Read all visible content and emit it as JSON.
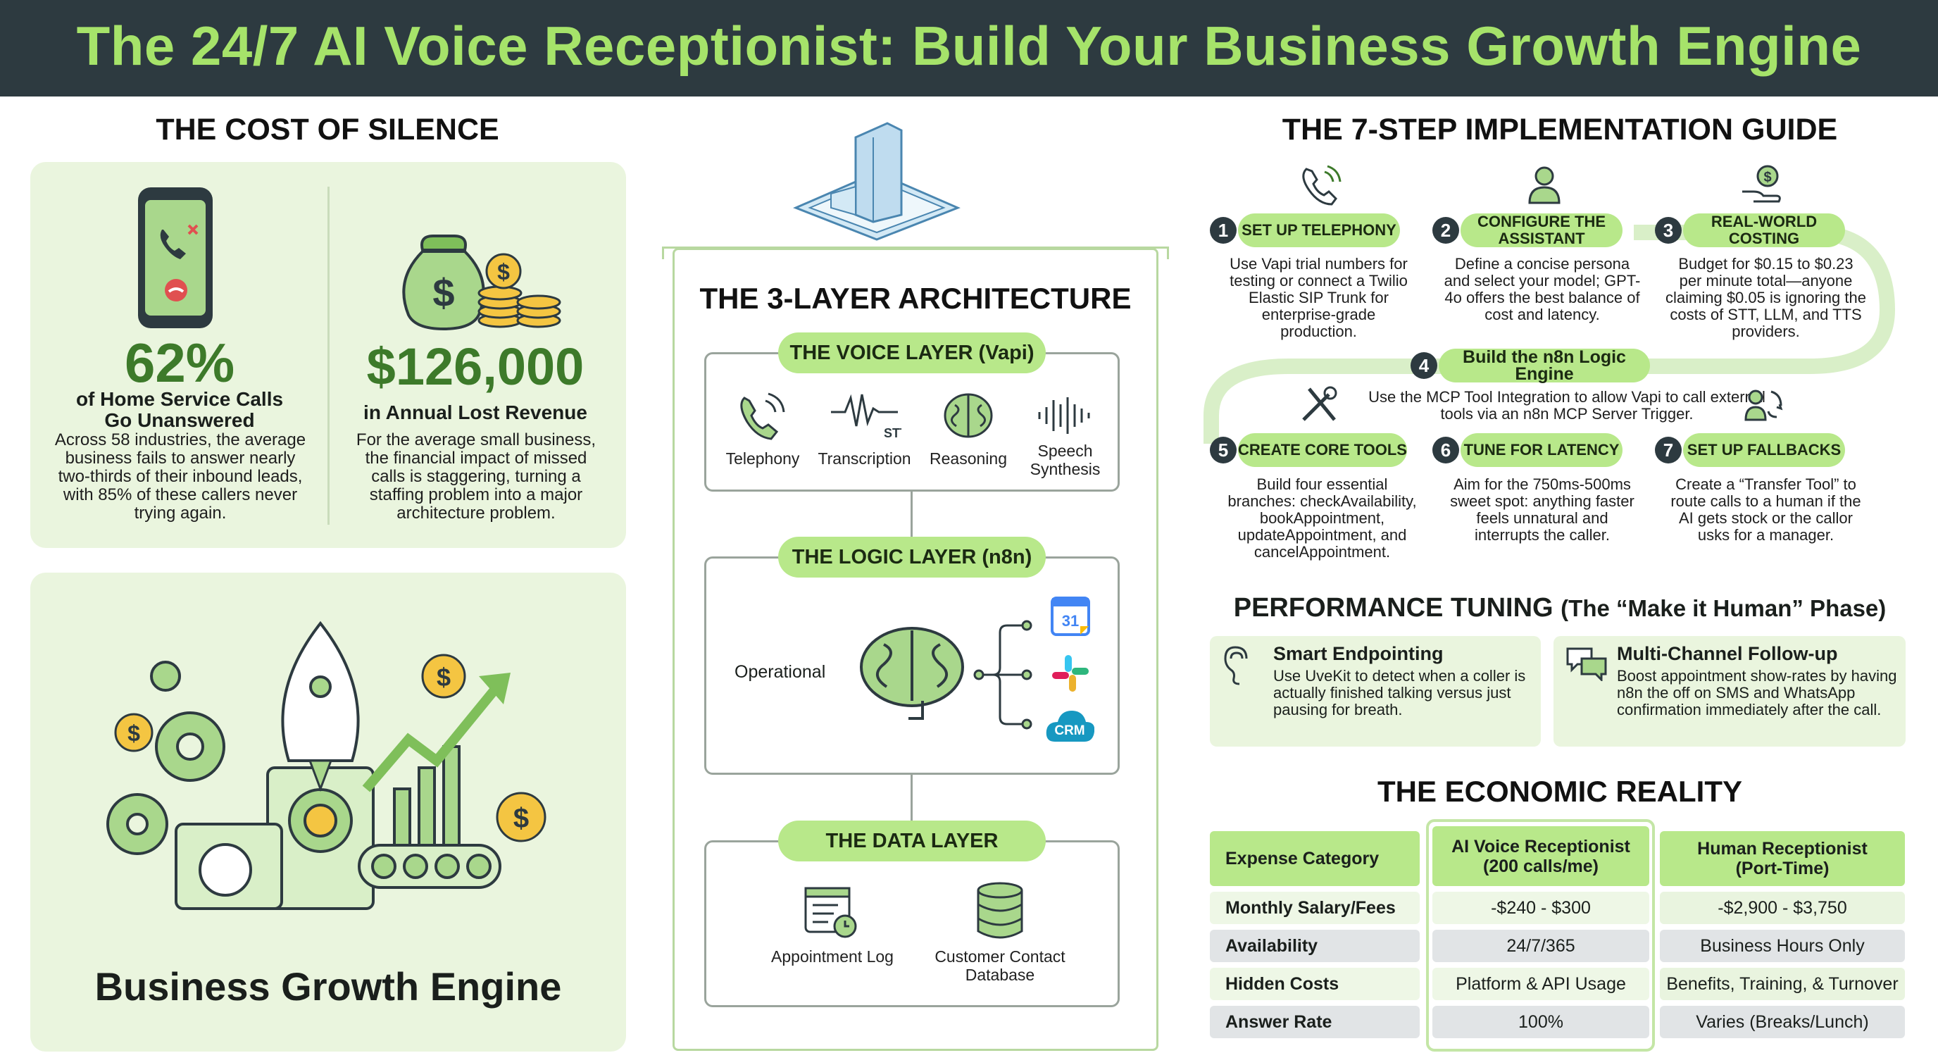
{
  "header": {
    "title": "The 24/7 AI Voice Receptionist: Build Your Business Growth Engine"
  },
  "cost_of_silence": {
    "title": "THE COST OF SILENCE",
    "stat1": {
      "value": "62%",
      "label": "of Home Service Calls Go Unanswered",
      "desc": "Across 58 industries, the average business fails to answer nearly two-thirds of their inbound leads, with 85% of these callers never trying again."
    },
    "stat2": {
      "value": "$126,000",
      "label": "in Annual Lost Revenue",
      "desc": "For the average small business, the financial impact of missed calls is staggering, turning a staffing problem into a major architecture problem."
    }
  },
  "growth_engine": {
    "title": "Business Growth Engine"
  },
  "architecture": {
    "title": "THE 3-LAYER ARCHITECTURE",
    "voice_layer": {
      "title": "THE VOICE LAYER (Vapi)",
      "items": [
        "Telephony",
        "Transcription",
        "Reasoning",
        "Speech Synthesis"
      ],
      "stt_tag": "STT"
    },
    "logic_layer": {
      "title": "THE LOGIC LAYER (n8n)",
      "label": "Operational",
      "calendar_day": "31",
      "crm_label": "CRM"
    },
    "data_layer": {
      "title": "THE DATA LAYER",
      "items": [
        "Appointment Log",
        "Customer Contact Database"
      ]
    }
  },
  "guide": {
    "title": "THE 7-STEP IMPLEMENTATION GUIDE",
    "steps": [
      {
        "num": "1",
        "title": "SET UP TELEPHONY",
        "text": "Use Vapi trial numbers for testing or connect a Twilio Elastic SIP Trunk for enterprise-grade production."
      },
      {
        "num": "2",
        "title": "CONFIGURE THE ASSISTANT",
        "text": "Define a concise persona and select your model; GPT-4o offers the best balance of cost and latency."
      },
      {
        "num": "3",
        "title": "REAL-WORLD COSTING",
        "text": "Budget for $0.15 to $0.23 per minute total—anyone claiming $0.05 is ignoring the costs of STT, LLM, and TTS providers."
      },
      {
        "num": "4",
        "title": "Build the n8n Logic Engine",
        "text": "Use the MCP Tool Integration to allow Vapi to call external tools via an n8n MCP Server Trigger."
      },
      {
        "num": "5",
        "title": "CREATE CORE TOOLS",
        "text": "Build four essential branches: checkAvailability, bookAppointment, updateAppointment, and cancelAppointment."
      },
      {
        "num": "6",
        "title": "TUNE FOR LATENCY",
        "text": "Aim for the 750ms-500ms sweet spot: anything faster feels unnatural and interrupts the caller."
      },
      {
        "num": "7",
        "title": "SET UP FALLBACKS",
        "text": "Create a “Transfer Tool” to route calls to a human if the AI gets stock or the callor usks for a manager."
      }
    ]
  },
  "performance": {
    "title": "PERFORMANCE TUNING",
    "subtitle": "(The “Make it Human” Phase)",
    "cards": [
      {
        "title": "Smart Endpointing",
        "text": "Use UveKit to detect when a coller is actually finished talking versus just pausing for breath."
      },
      {
        "title": "Multi-Channel Follow-up",
        "text": "Boost appointment show-rates by having n8n the off on SMS and WhatsApp confirmation immediately after the call."
      }
    ]
  },
  "economics": {
    "title": "THE ECONOMIC REALITY",
    "headers": [
      "Expense Category",
      "AI Voice Receptionist (200 calls/me)",
      "Human Receptionist (Port-Time)"
    ],
    "rows": [
      [
        "Monthly Salary/Fees",
        "-$240 - $300",
        "-$2,900 - $3,750"
      ],
      [
        "Availability",
        "24/7/365",
        "Business Hours Only"
      ],
      [
        "Hidden Costs",
        "Platform & API Usage",
        "Benefits, Training, & Turnover"
      ],
      [
        "Answer Rate",
        "100%",
        "Varies (Breaks/Lunch)"
      ]
    ]
  },
  "colors": {
    "accent": "#a6e36a",
    "pill": "#b8e88a",
    "dark": "#2d3a40",
    "panel": "#eaf5de"
  }
}
